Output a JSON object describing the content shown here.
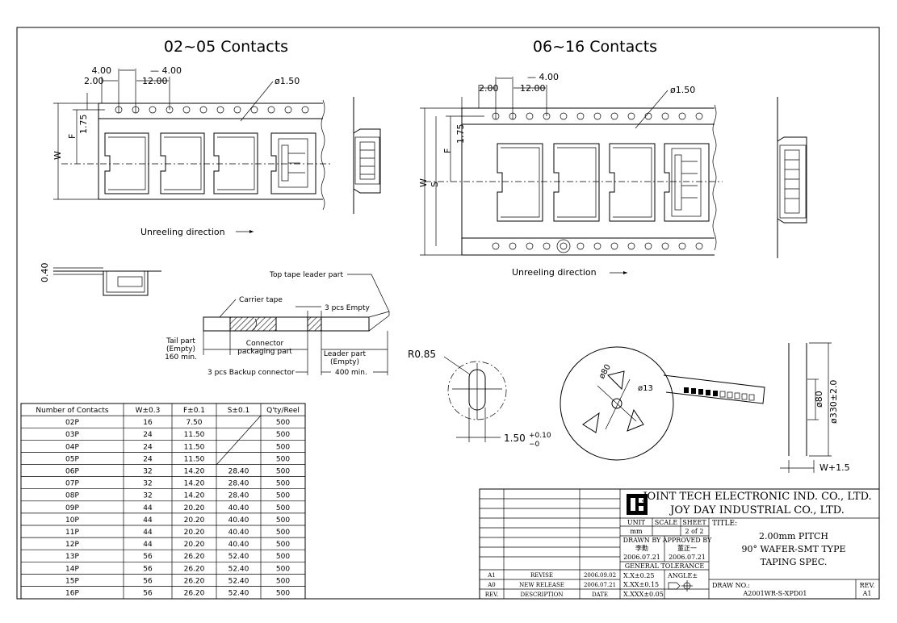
{
  "sections": {
    "left_title": "02~05 Contacts",
    "right_title": "06~16 Contacts"
  },
  "dims": {
    "pitch_4": "4.00",
    "dim_2": "2.00",
    "dim_12": "12.00",
    "hole": "ø1.50",
    "f": "F",
    "w": "W",
    "s": "S",
    "d175": "1.75",
    "d040": "0.40",
    "r085": "R0.85",
    "d150": "1.50",
    "d150_tol_up": "+0.10",
    "d150_tol_dn": "−0",
    "d13": "ø13",
    "d80": "ø80",
    "d80_reel": "ø80",
    "d330": "ø330±2.0",
    "w15": "W+1.5"
  },
  "labels": {
    "unreel_left": "Unreeling direction",
    "unreel_right": "Unreeling direction",
    "top_tape": "Top tape leader part",
    "carrier_tape": "Carrier tape",
    "three_empty": "3 pcs Empty",
    "tail_part": [
      "Tail part",
      "(Empty)",
      "160 min."
    ],
    "connector_pkg": [
      "Connector",
      "packaging part"
    ],
    "leader_part": [
      "Leader part",
      "(Empty)"
    ],
    "backup": "3 pcs Backup connector",
    "min400": "400 min."
  },
  "table": {
    "headers": [
      "Number of Contacts",
      "W±0.3",
      "F±0.1",
      "S±0.1",
      "Q'ty/Reel"
    ],
    "rows": [
      [
        "02P",
        "16",
        "7.50",
        "",
        "500"
      ],
      [
        "03P",
        "24",
        "11.50",
        "",
        "500"
      ],
      [
        "04P",
        "24",
        "11.50",
        "",
        "500"
      ],
      [
        "05P",
        "24",
        "11.50",
        "",
        "500"
      ],
      [
        "06P",
        "32",
        "14.20",
        "28.40",
        "500"
      ],
      [
        "07P",
        "32",
        "14.20",
        "28.40",
        "500"
      ],
      [
        "08P",
        "32",
        "14.20",
        "28.40",
        "500"
      ],
      [
        "09P",
        "44",
        "20.20",
        "40.40",
        "500"
      ],
      [
        "10P",
        "44",
        "20.20",
        "40.40",
        "500"
      ],
      [
        "11P",
        "44",
        "20.20",
        "40.40",
        "500"
      ],
      [
        "12P",
        "44",
        "20.20",
        "40.40",
        "500"
      ],
      [
        "13P",
        "56",
        "26.20",
        "52.40",
        "500"
      ],
      [
        "14P",
        "56",
        "26.20",
        "52.40",
        "500"
      ],
      [
        "15P",
        "56",
        "26.20",
        "52.40",
        "500"
      ],
      [
        "16P",
        "56",
        "26.20",
        "52.40",
        "500"
      ]
    ]
  },
  "title_block": {
    "company1": "JOINT TECH ELECTRONIC IND. CO., LTD.",
    "company2": "JOY DAY INDUSTRIAL CO., LTD.",
    "unit_label": "UNIT",
    "unit_value": "mm",
    "scale_label": "SCALE",
    "sheet_label": "SHEET",
    "sheet_value": "2 of 2",
    "title_label": "TITLE:",
    "title_lines": [
      "2.00mm PITCH",
      "90° WAFER-SMT TYPE",
      "TAPING SPEC."
    ],
    "drawn_by_label": "DRAWN BY",
    "drawn_by": "李勳",
    "drawn_date": "2006.07.21",
    "approved_label": "APPROVED BY",
    "approved_by": "董正一",
    "approved_date": "2006.07.21",
    "tolerance_label": "GENERAL TOLERANCE",
    "tol1": "X.X±0.25",
    "tol2": "X.XX±0.15",
    "tol3": "X.XXX±0.05",
    "angle": "ANGLE±",
    "drawno_label": "DRAW NO.:",
    "drawno": "A2001WR-S-XPD01",
    "rev_label": "REV.",
    "rev_value": "A1",
    "revisions": [
      {
        "rev": "A1",
        "desc": "REVISE",
        "date": "2006.09.02"
      },
      {
        "rev": "A0",
        "desc": "NEW RELEASE",
        "date": "2006.07.21"
      }
    ],
    "rev_header": {
      "rev": "REV.",
      "desc": "DESCRIPTION",
      "date": "DATE"
    }
  }
}
